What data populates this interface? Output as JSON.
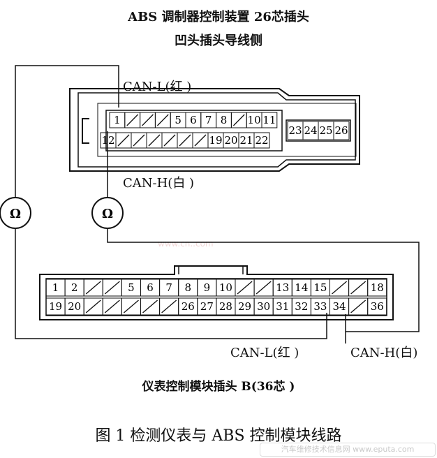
{
  "diagram": {
    "title_line1": "ABS 调制器控制装置 26芯插头",
    "title_line2": "凹头插头导线侧",
    "label_canl_top": "CAN-L(红 )",
    "label_canh_top": "CAN-H(白 )",
    "label_canl_bottom": "CAN-L(红 )",
    "label_canh_bottom": "CAN-H(白)",
    "bottom_connector_title": "仪表控制模块插头 B(36芯 )",
    "figure_caption": "图 1  检测仪表与 ABS 控制模块线路",
    "watermark_bottom": "汽车维修技术信息网 www.eputa.com",
    "watermark_mid": "www.cn..com",
    "ohmmeter_symbol": "Ω",
    "abs_connector": {
      "row1": [
        "1",
        "",
        "",
        "",
        "5",
        "6",
        "7",
        "8",
        "",
        "10",
        "11"
      ],
      "row2": [
        "12",
        "",
        "",
        "",
        "",
        "",
        "",
        "19",
        "20",
        "21",
        "22"
      ],
      "side_block": [
        "23",
        "24",
        "25",
        "26"
      ]
    },
    "meter_connector": {
      "row1": [
        "1",
        "2",
        "",
        "",
        "5",
        "6",
        "7",
        "8",
        "9",
        "10",
        "",
        "",
        "13",
        "14",
        "15",
        "",
        "",
        "18"
      ],
      "row2": [
        "19",
        "20",
        "",
        "",
        "",
        "",
        "",
        "26",
        "27",
        "28",
        "29",
        "30",
        "31",
        "32",
        "33",
        "34",
        "",
        "36"
      ]
    }
  }
}
